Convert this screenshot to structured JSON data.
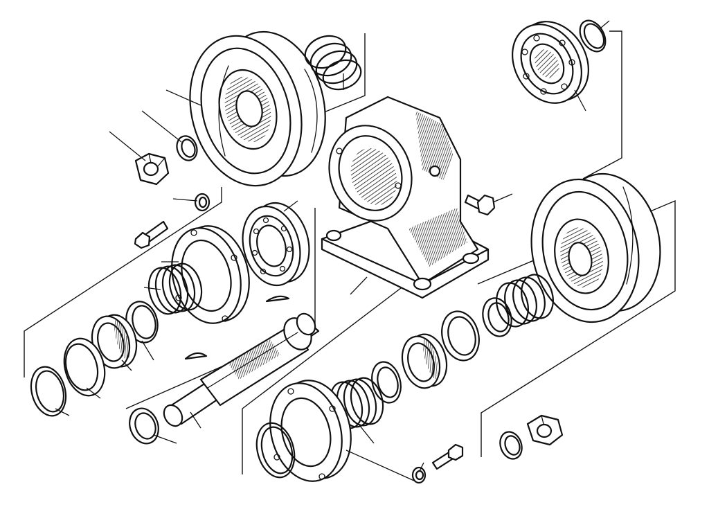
{
  "diagram": {
    "line_color": "#111111",
    "background_color": "#ffffff",
    "parts": [
      {
        "name": "pulley-upper-left"
      },
      {
        "name": "spring-upper"
      },
      {
        "name": "ball-bearing-upper-right"
      },
      {
        "name": "circlip-upper-right"
      },
      {
        "name": "bearing-housing"
      },
      {
        "name": "pulley-right"
      },
      {
        "name": "hex-nut-left"
      },
      {
        "name": "spring-washer-left"
      },
      {
        "name": "bolt-left"
      },
      {
        "name": "washer-small-left"
      },
      {
        "name": "ball-bearing-center-left"
      },
      {
        "name": "flange-cover-left"
      },
      {
        "name": "spring-left"
      },
      {
        "name": "spacer-ring-left"
      },
      {
        "name": "seal-left"
      },
      {
        "name": "snap-ring-left"
      },
      {
        "name": "shaft"
      },
      {
        "name": "woodruff-key-upper"
      },
      {
        "name": "woodruff-key-lower"
      },
      {
        "name": "washer-shaft"
      },
      {
        "name": "hex-bolt-right"
      },
      {
        "name": "spring-right"
      },
      {
        "name": "ring-right"
      },
      {
        "name": "spacer-ring-right"
      },
      {
        "name": "seal-right"
      },
      {
        "name": "spring-bottom"
      },
      {
        "name": "flange-cover-bottom"
      },
      {
        "name": "snap-ring-bottom"
      },
      {
        "name": "bolt-bottom"
      },
      {
        "name": "washer-bottom"
      },
      {
        "name": "spring-washer-right"
      },
      {
        "name": "hex-nut-right"
      }
    ]
  }
}
